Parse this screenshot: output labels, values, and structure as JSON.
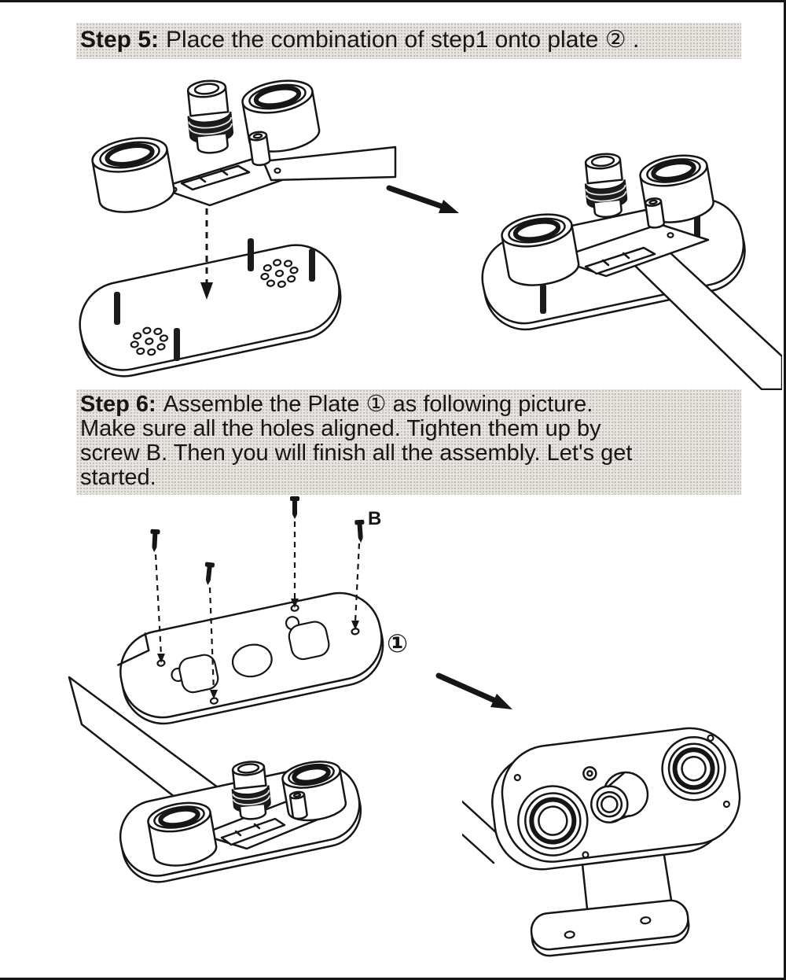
{
  "page": {
    "paper_color": "#ffffff",
    "ink_color": "#161616",
    "highlight_color": "#e9e6e1"
  },
  "step5": {
    "label": "Step 5:",
    "text": "Place the combination of step1 onto plate ② ."
  },
  "step6": {
    "label": "Step 6:",
    "lines": [
      "Assemble the Plate ① as following picture.",
      "Make sure all the holes aligned. Tighten them up by",
      "screw B. Then you will finish all the assembly. Let's get",
      "started."
    ]
  },
  "labels": {
    "screw": "B",
    "plate_one": "①"
  }
}
